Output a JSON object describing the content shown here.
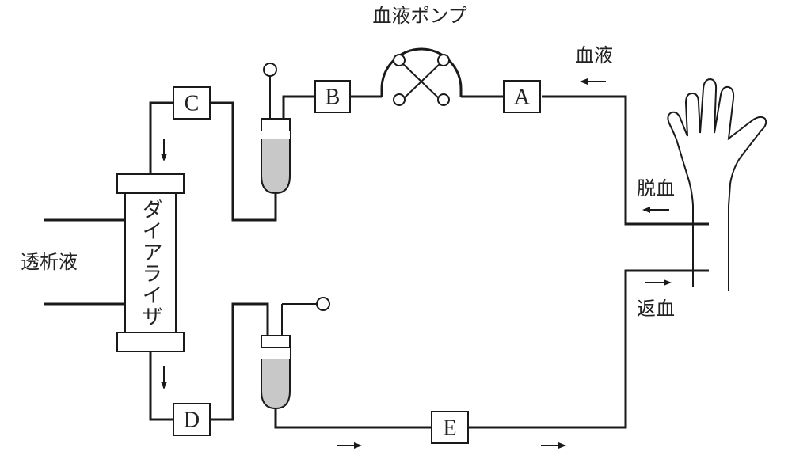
{
  "labels": {
    "pump": "血液ポンプ",
    "blood": "血液",
    "outflow": "脱血",
    "return": "返血",
    "dialysate": "透析液",
    "dialyzer": "ダイアライザ"
  },
  "boxes": {
    "a": "A",
    "b": "B",
    "c": "C",
    "d": "D",
    "e": "E"
  },
  "colors": {
    "line": "#1a1a1a",
    "fluid": "#c8c8c8",
    "background": "#ffffff"
  },
  "icons": {
    "hand": "hand-icon",
    "pump": "roller-pump-icon",
    "chamber": "drip-chamber-icon",
    "arrow": "arrow-icon"
  }
}
